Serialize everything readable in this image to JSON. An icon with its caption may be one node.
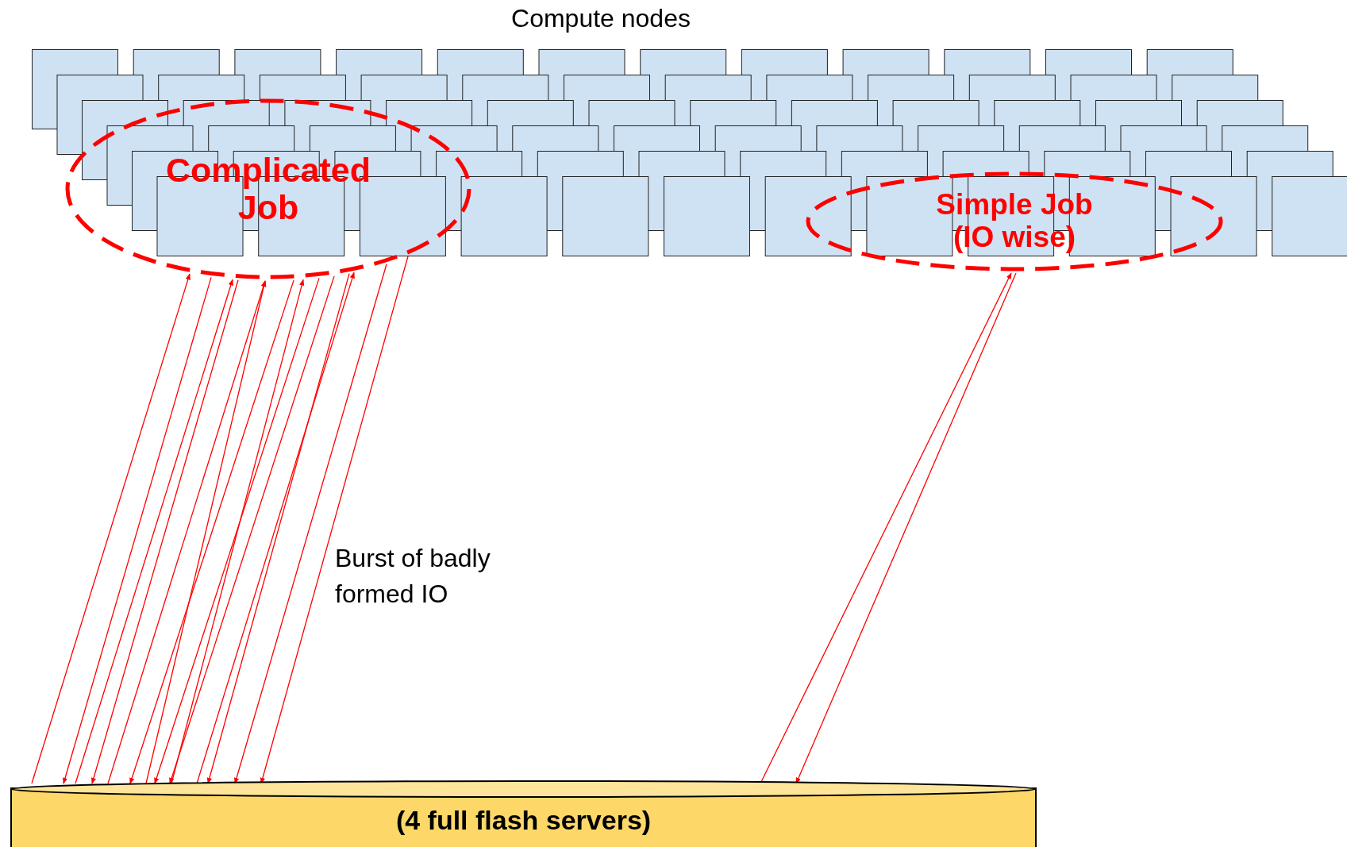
{
  "diagram": {
    "title": "Compute nodes",
    "nodes": [
      {
        "text": [
          "Complicated Job"
        ]
      },
      {
        "text": [
          "Simple Job (IO wise)"
        ]
      },
      {
        "text": [
          "(4 full flash servers)"
        ]
      }
    ],
    "edges": [
      {
        "from": 2,
        "to": 0,
        "arrow": "to"
      },
      {
        "from": 0,
        "to": 2,
        "arrow": "to"
      },
      {
        "from": 2,
        "to": 0,
        "arrow": "to"
      },
      {
        "from": 0,
        "to": 2,
        "arrow": "to"
      },
      {
        "from": 2,
        "to": 0,
        "arrow": "to"
      },
      {
        "from": 0,
        "to": 2,
        "arrow": "to"
      },
      {
        "from": 2,
        "to": 0,
        "arrow": "to"
      },
      {
        "from": 0,
        "to": 2,
        "arrow": "to"
      },
      {
        "from": 2,
        "to": 0,
        "arrow": "to"
      },
      {
        "from": 0,
        "to": 2,
        "arrow": "to"
      },
      {
        "from": 2,
        "to": 0,
        "arrow": "to"
      },
      {
        "from": 0,
        "to": 2,
        "arrow": "to"
      },
      {
        "from": 0,
        "to": 2,
        "arrow": "to"
      },
      {
        "from": 0,
        "to": 2,
        "arrow": "to"
      },
      {
        "from": 2,
        "to": 1,
        "arrow": "to"
      },
      {
        "from": 1,
        "to": 2,
        "arrow": "to"
      }
    ],
    "labels": [
      "Burst of badly formed IO"
    ]
  }
}
